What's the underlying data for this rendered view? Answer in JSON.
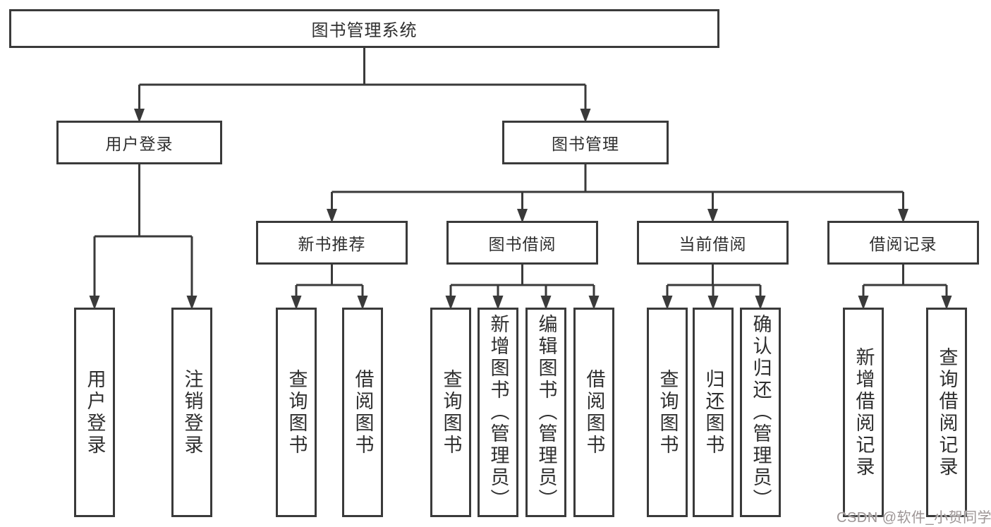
{
  "tree": {
    "root": {
      "label": "图书管理系统",
      "children": [
        {
          "label": "用户登录",
          "children": [
            {
              "label": "用户登录"
            },
            {
              "label": "注销登录"
            }
          ]
        },
        {
          "label": "图书管理",
          "children": [
            {
              "label": "新书推荐",
              "children": [
                {
                  "label": "查询图书"
                },
                {
                  "label": "借阅图书"
                }
              ]
            },
            {
              "label": "图书借阅",
              "children": [
                {
                  "label": "查询图书"
                },
                {
                  "label": "新增图书（管理员）"
                },
                {
                  "label": "编辑图书（管理员）"
                },
                {
                  "label": "借阅图书"
                }
              ]
            },
            {
              "label": "当前借阅",
              "children": [
                {
                  "label": "查询图书"
                },
                {
                  "label": "归还图书"
                },
                {
                  "label": "确认归还（管理员）"
                }
              ]
            },
            {
              "label": "借阅记录",
              "children": [
                {
                  "label": "新增借阅记录"
                },
                {
                  "label": "查询借阅记录"
                }
              ]
            }
          ]
        }
      ]
    }
  },
  "watermark": "CSDN @软件_小贺同学",
  "colors": {
    "line": "#3a3a3a",
    "text": "#2f2f2f",
    "watermark": "#9d9595",
    "background": "#ffffff"
  }
}
